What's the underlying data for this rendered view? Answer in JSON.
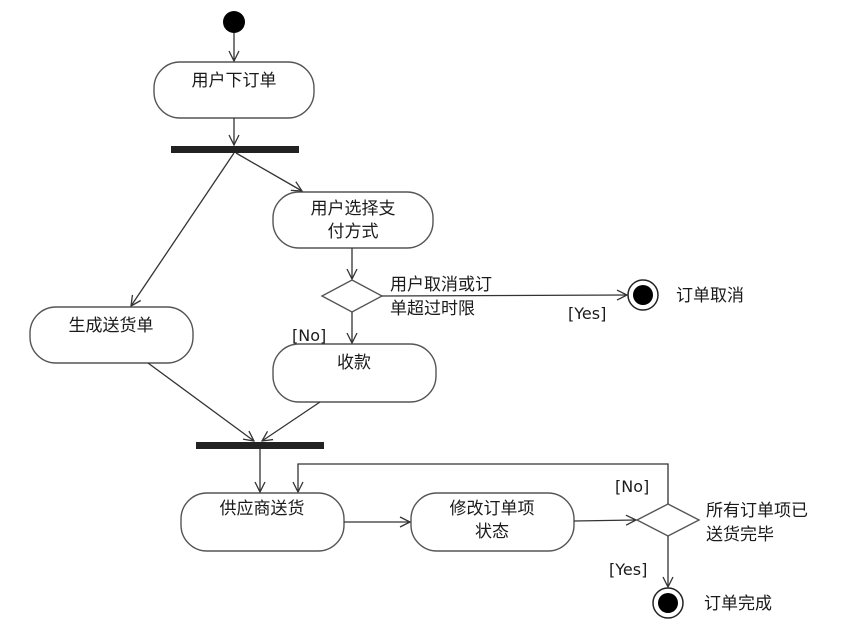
{
  "activities": {
    "place_order": "用户下订单",
    "choose_payment": [
      "用户选择支",
      "付方式"
    ],
    "generate_delivery": "生成送货单",
    "collect_payment": "收款",
    "supplier_delivery": "供应商送货",
    "update_item_status": [
      "修改订单项",
      "状态"
    ]
  },
  "decisions": {
    "cancel_check": [
      "用户取消或订",
      "单超过时限"
    ],
    "all_delivered_check": [
      "所有订单项已",
      "送货完毕"
    ]
  },
  "guards": {
    "cancel_yes": "[Yes]",
    "cancel_no": "[No]",
    "delivered_no": "[No]",
    "delivered_yes": "[Yes]"
  },
  "finals": {
    "order_cancelled": "订单取消",
    "order_completed": "订单完成"
  }
}
